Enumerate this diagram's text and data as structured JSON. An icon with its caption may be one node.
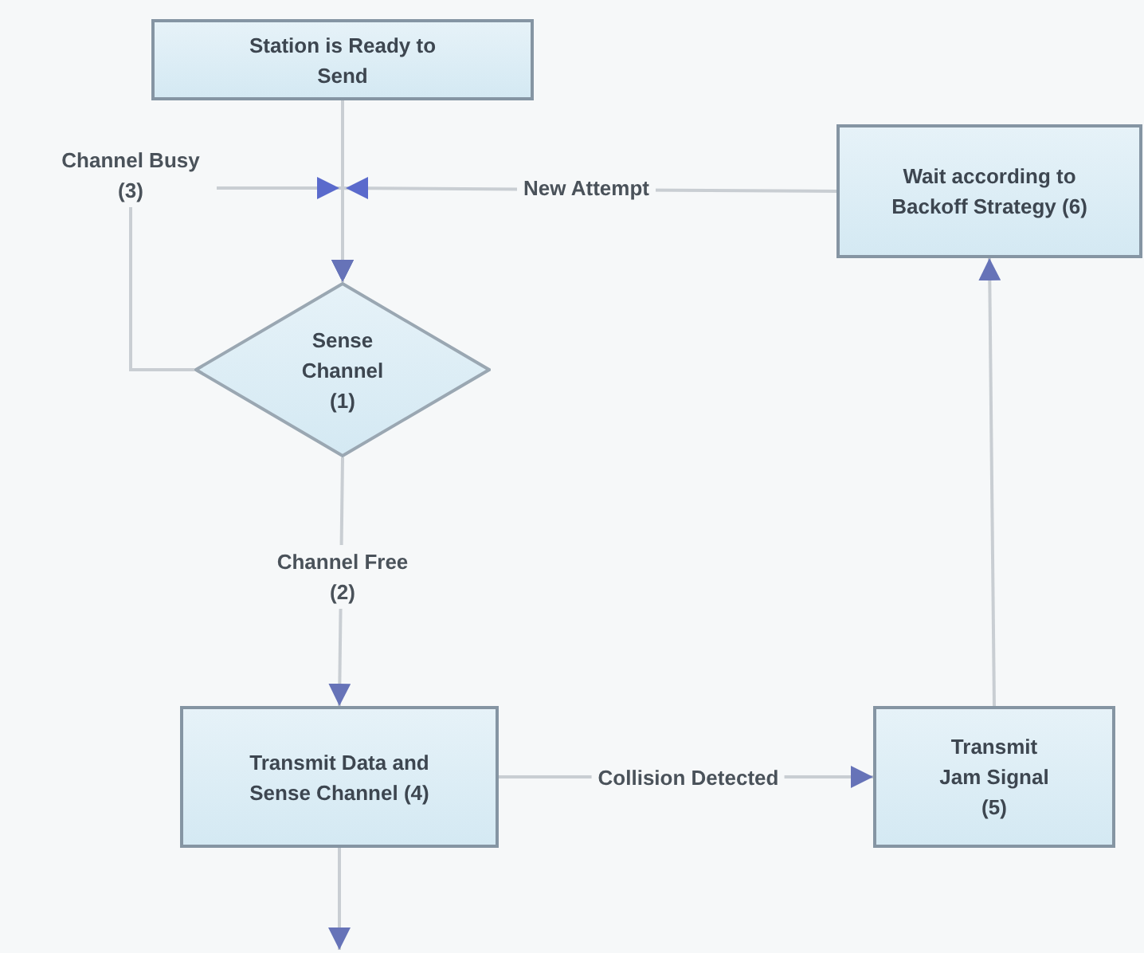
{
  "diagram": {
    "nodes": [
      {
        "text": [
          "Station is Ready to Send"
        ]
      },
      {
        "text": [
          "Sense Channel (1)"
        ]
      },
      {
        "text": [
          "Wait according to Backoff Strategy (6)"
        ]
      },
      {
        "text": [
          "Transmit Data and Sense Channel (4)"
        ]
      },
      {
        "text": [
          "Transmit Jam Signal (5)"
        ]
      }
    ],
    "edges": [
      {
        "from": 0,
        "to": 1,
        "arrow": "to"
      },
      {
        "from": 1,
        "to": 1,
        "label": "Channel Busy (3)",
        "arrow": "to"
      },
      {
        "from": 2,
        "to": 1,
        "label": "New Attempt",
        "arrow": "to"
      },
      {
        "from": 1,
        "to": 3,
        "label": "Channel Free (2)",
        "arrow": "to"
      },
      {
        "from": 3,
        "to": 4,
        "label": "Collision Detected",
        "arrow": "to"
      },
      {
        "from": 4,
        "to": 2,
        "arrow": "to"
      },
      {
        "from": 3,
        "to": null,
        "arrow": "to"
      }
    ]
  }
}
